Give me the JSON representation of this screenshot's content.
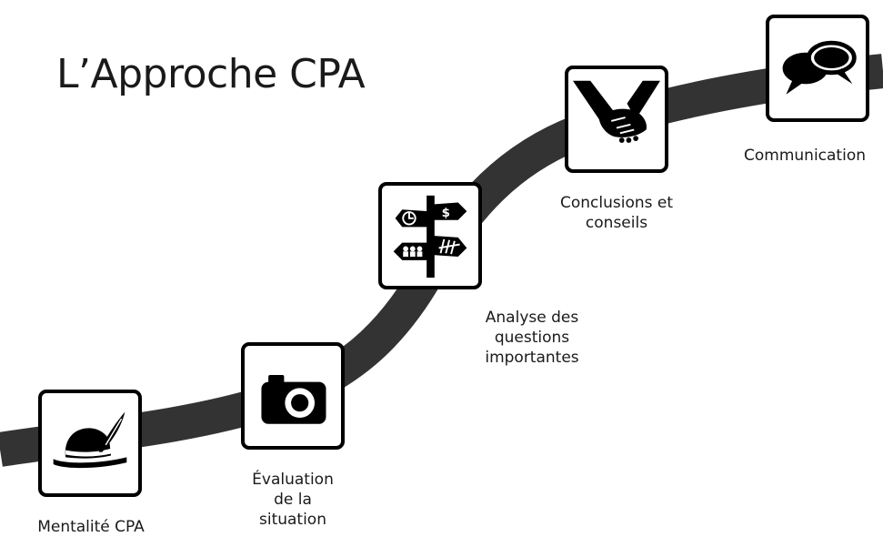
{
  "title": "L’Approche CPA",
  "steps": [
    {
      "label": "Mentalité CPA",
      "icon": "hat-feather-icon"
    },
    {
      "label": "Évaluation\nde la\nsituation",
      "icon": "camera-icon"
    },
    {
      "label": "Analyse des\nquestions\nimportantes",
      "icon": "signpost-icon"
    },
    {
      "label": "Conclusions et\nconseils",
      "icon": "handshake-icon"
    },
    {
      "label": "Communication",
      "icon": "speech-bubbles-icon"
    }
  ],
  "colors": {
    "path": "#333333",
    "box_border": "#000000",
    "icon": "#000000"
  }
}
